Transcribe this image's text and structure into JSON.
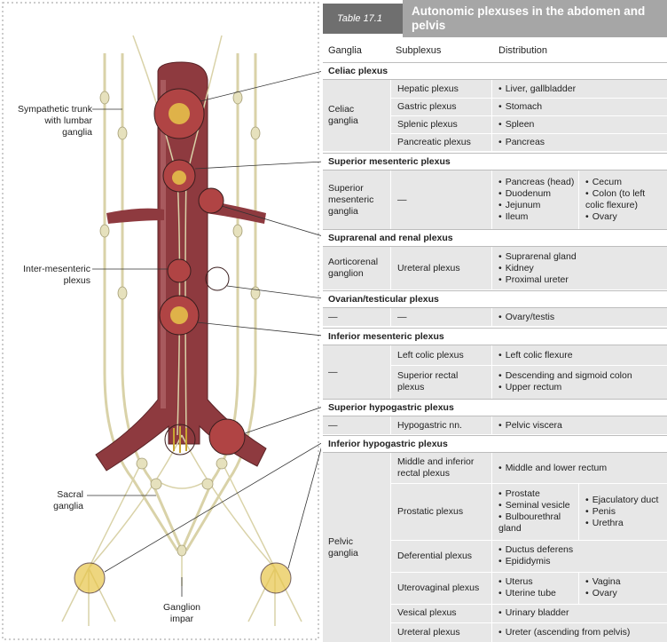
{
  "figure": {
    "labels": {
      "sympathetic": "Sympathetic trunk with lumbar ganglia",
      "intermesenteric": "Inter-mesenteric plexus",
      "sacral": "Sacral ganglia",
      "impar": "Ganglion impar"
    }
  },
  "table": {
    "number": "Table 17.1",
    "title": "Autonomic plexuses in the abdomen and pelvis",
    "columns": [
      "Ganglia",
      "Subplexus",
      "Distribution"
    ],
    "sections": {
      "celiac": "Celiac plexus",
      "supmes": "Superior mesenteric plexus",
      "suprarenal": "Suprarenal and renal plexus",
      "ovarian": "Ovarian/testicular plexus",
      "infmes": "Inferior mesenteric plexus",
      "suphyp": "Superior hypogastric plexus",
      "infhyp": "Inferior hypogastric plexus"
    },
    "celiac": {
      "ganglia": "Celiac ganglia",
      "sub": [
        "Hepatic plexus",
        "Gastric plexus",
        "Splenic plexus",
        "Pancreatic plexus"
      ],
      "dist": [
        "Liver, gallbladder",
        "Stomach",
        "Spleen",
        "Pancreas"
      ]
    },
    "supmes": {
      "ganglia": "Superior mesenteric ganglia",
      "sub": "—",
      "dist1": [
        "Pancreas (head)",
        "Duodenum",
        "Jejunum",
        "Ileum"
      ],
      "dist2": [
        "Cecum",
        "Colon (to left colic flexure)",
        "Ovary"
      ]
    },
    "suprarenal": {
      "ganglia": "Aorticorenal ganglion",
      "sub": "Ureteral plexus",
      "dist": [
        "Suprarenal gland",
        "Kidney",
        "Proximal ureter"
      ]
    },
    "ovarian": {
      "ganglia": "—",
      "sub": "—",
      "dist": "Ovary/testis"
    },
    "infmes": {
      "ganglia": "—",
      "sub": [
        "Left colic plexus",
        "Superior rectal plexus"
      ],
      "dist1": "Left colic flexure",
      "dist2": [
        "Descending and sigmoid colon",
        "Upper rectum"
      ]
    },
    "suphyp": {
      "ganglia": "—",
      "sub": "Hypogastric nn.",
      "dist": "Pelvic viscera"
    },
    "infhyp": {
      "ganglia": "Pelvic ganglia",
      "sub": [
        "Middle and inferior rectal plexus",
        "Prostatic plexus",
        "Deferential plexus",
        "Uterovaginal plexus",
        "Vesical plexus",
        "Ureteral plexus"
      ],
      "dist_rectal": "Middle and lower rectum",
      "dist_prost1": [
        "Prostate",
        "Seminal vesicle",
        "Bulbourethral gland"
      ],
      "dist_prost2": [
        "Ejaculatory duct",
        "Penis",
        "Urethra"
      ],
      "dist_def": [
        "Ductus deferens",
        "Epididymis"
      ],
      "dist_ut1": [
        "Uterus",
        "Uterine tube"
      ],
      "dist_ut2": [
        "Vagina",
        "Ovary"
      ],
      "dist_ves": "Urinary bladder",
      "dist_ure": "Ureter (ascending from pelvis)"
    }
  }
}
